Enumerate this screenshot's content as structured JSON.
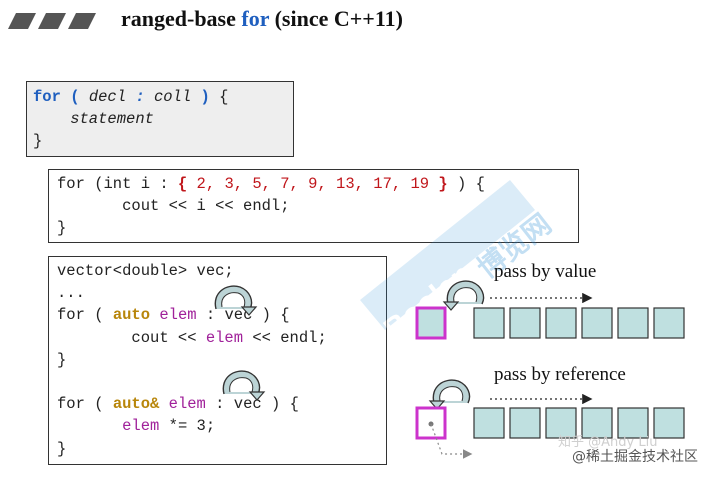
{
  "title": {
    "pre": "ranged-base ",
    "keyword": "for",
    "post": " (since C++11)"
  },
  "box1": {
    "for": "for",
    "paren_open": " ( ",
    "decl": "decl",
    "colon": " : ",
    "coll": "coll",
    "paren_close": " ) ",
    "brace_open": "{",
    "statement": "    statement",
    "brace_close": "}"
  },
  "box2": {
    "line1_pre": "for (int i : ",
    "brace_l": "{",
    "values": " 2, 3, 5, 7, 9, 13, 17, 19 ",
    "brace_r": "}",
    "line1_post": " ) {",
    "line2": "       cout << i << endl;",
    "line3": "}"
  },
  "box3": {
    "line1": "vector<double> vec;",
    "line2": "...",
    "l3_for": "for ( ",
    "l3_auto": "auto",
    "l3_sp": " ",
    "l3_elem": "elem",
    "l3_post": " : vec ) {",
    "l4_pre": "        cout << ",
    "l4_elem": "elem",
    "l4_post": " << endl;",
    "line5": "}",
    "line6": "",
    "l7_for": "for ( ",
    "l7_auto": "auto&",
    "l7_sp": " ",
    "l7_elem": "elem",
    "l7_post": " : vec ) {",
    "l8_pre": "       ",
    "l8_elem": "elem",
    "l8_post": " *= 3;",
    "line9": "}"
  },
  "diagram": {
    "pass_by_value": "pass by value",
    "pass_by_reference": "pass by reference",
    "cell_count": 6,
    "colors": {
      "cell_fill": "#bfe0e0",
      "elem_border": "#cc33cc",
      "elem_fill_value": "#bfe0e0"
    }
  },
  "watermarks": {
    "boolan": "Boolan",
    "boolan_cn": "博览网",
    "zhihu": "知乎 @Andy Liu",
    "juejin": "@稀土掘金技术社区"
  }
}
